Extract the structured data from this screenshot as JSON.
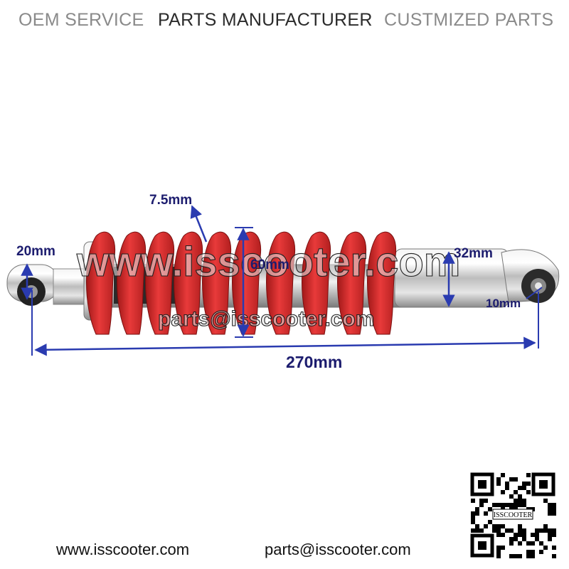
{
  "banner": {
    "items": [
      "OEM SERVICE",
      "PARTS MANUFACTURER",
      "CUSTMIZED PARTS"
    ]
  },
  "dimensions": {
    "total_length": "270mm",
    "eye_diameter_left": "20mm",
    "wire_thickness": "7.5mm",
    "spring_diameter": "60mm",
    "body_diameter": "32mm",
    "bolt_hole": "10mm"
  },
  "watermark": {
    "main": "www.isscooter.com",
    "secondary": "parts@isscooter.com"
  },
  "footer": {
    "website": "www.isscooter.com",
    "email": "parts@isscooter.com"
  },
  "qr": {
    "label": "ISSCOOTER"
  },
  "colors": {
    "spring": "#d42a2a",
    "chrome": "#c9c9c9",
    "dimension_line": "#2a3bb0",
    "dimension_text": "#1c1c6e"
  }
}
